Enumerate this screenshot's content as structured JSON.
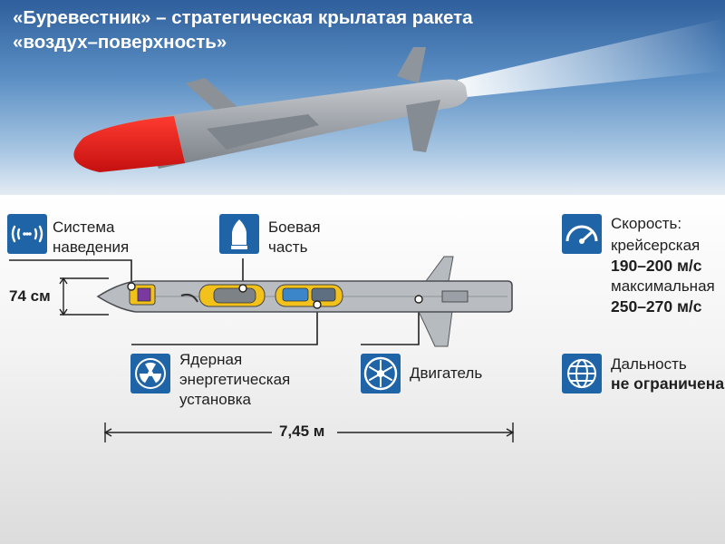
{
  "title": {
    "line1": "«Буревестник» – стратегическая крылатая ракета",
    "line2": "«воздух–поверхность»"
  },
  "components": {
    "guidance": {
      "line1": "Система",
      "line2": "наведения",
      "icon": "radar-signal-icon"
    },
    "warhead": {
      "line1": "Боевая",
      "line2": "часть",
      "icon": "warhead-icon"
    },
    "nuclear_plant": {
      "line1": "Ядерная",
      "line2": "энергетическая",
      "line3": "установка",
      "icon": "radiation-icon"
    },
    "engine": {
      "label": "Двигатель",
      "icon": "turbine-icon"
    }
  },
  "specs": {
    "speed": {
      "heading": "Скорость:",
      "cruise_label": "крейсерская",
      "cruise_value": "190–200 м/с",
      "max_label": "максимальная",
      "max_value": "250–270 м/с",
      "icon": "speedometer-icon"
    },
    "range": {
      "heading": "Дальность",
      "value": "не ограничена",
      "icon": "globe-icon"
    }
  },
  "dimensions": {
    "diameter": "74 см",
    "length": "7,45 м"
  },
  "colors": {
    "icon_blue": "#1e64a6",
    "nose_red": "#e21b1b",
    "missile_grey": "#a9adb2",
    "component_yellow": "#f2c21a"
  }
}
